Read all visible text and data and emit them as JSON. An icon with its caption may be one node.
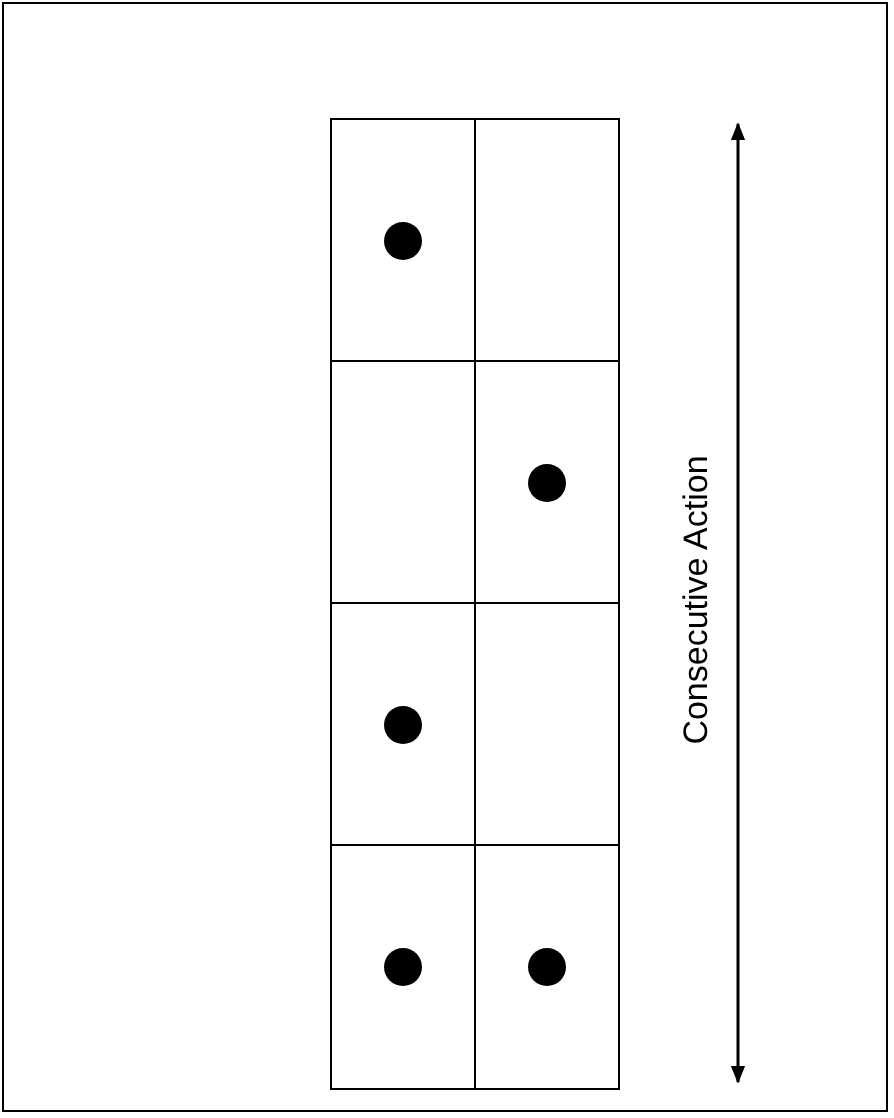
{
  "diagram": {
    "nodes": [
      {
        "text": [],
        "shape": "box"
      },
      {
        "text": [],
        "shape": "circle",
        "in": 0
      },
      {
        "text": [],
        "shape": "box"
      },
      {
        "text": [],
        "shape": "box"
      },
      {
        "text": [],
        "shape": "box"
      },
      {
        "text": [],
        "shape": "circle",
        "in": 4
      },
      {
        "text": [],
        "shape": "box"
      },
      {
        "text": [],
        "shape": "circle",
        "in": 6
      },
      {
        "text": [],
        "shape": "box"
      },
      {
        "text": [],
        "shape": "box"
      },
      {
        "text": [],
        "shape": "circle",
        "in": 9
      },
      {
        "text": [],
        "shape": "box"
      },
      {
        "text": [],
        "shape": "circle",
        "in": 11
      }
    ],
    "labels": [
      "Consecutive Action"
    ]
  }
}
